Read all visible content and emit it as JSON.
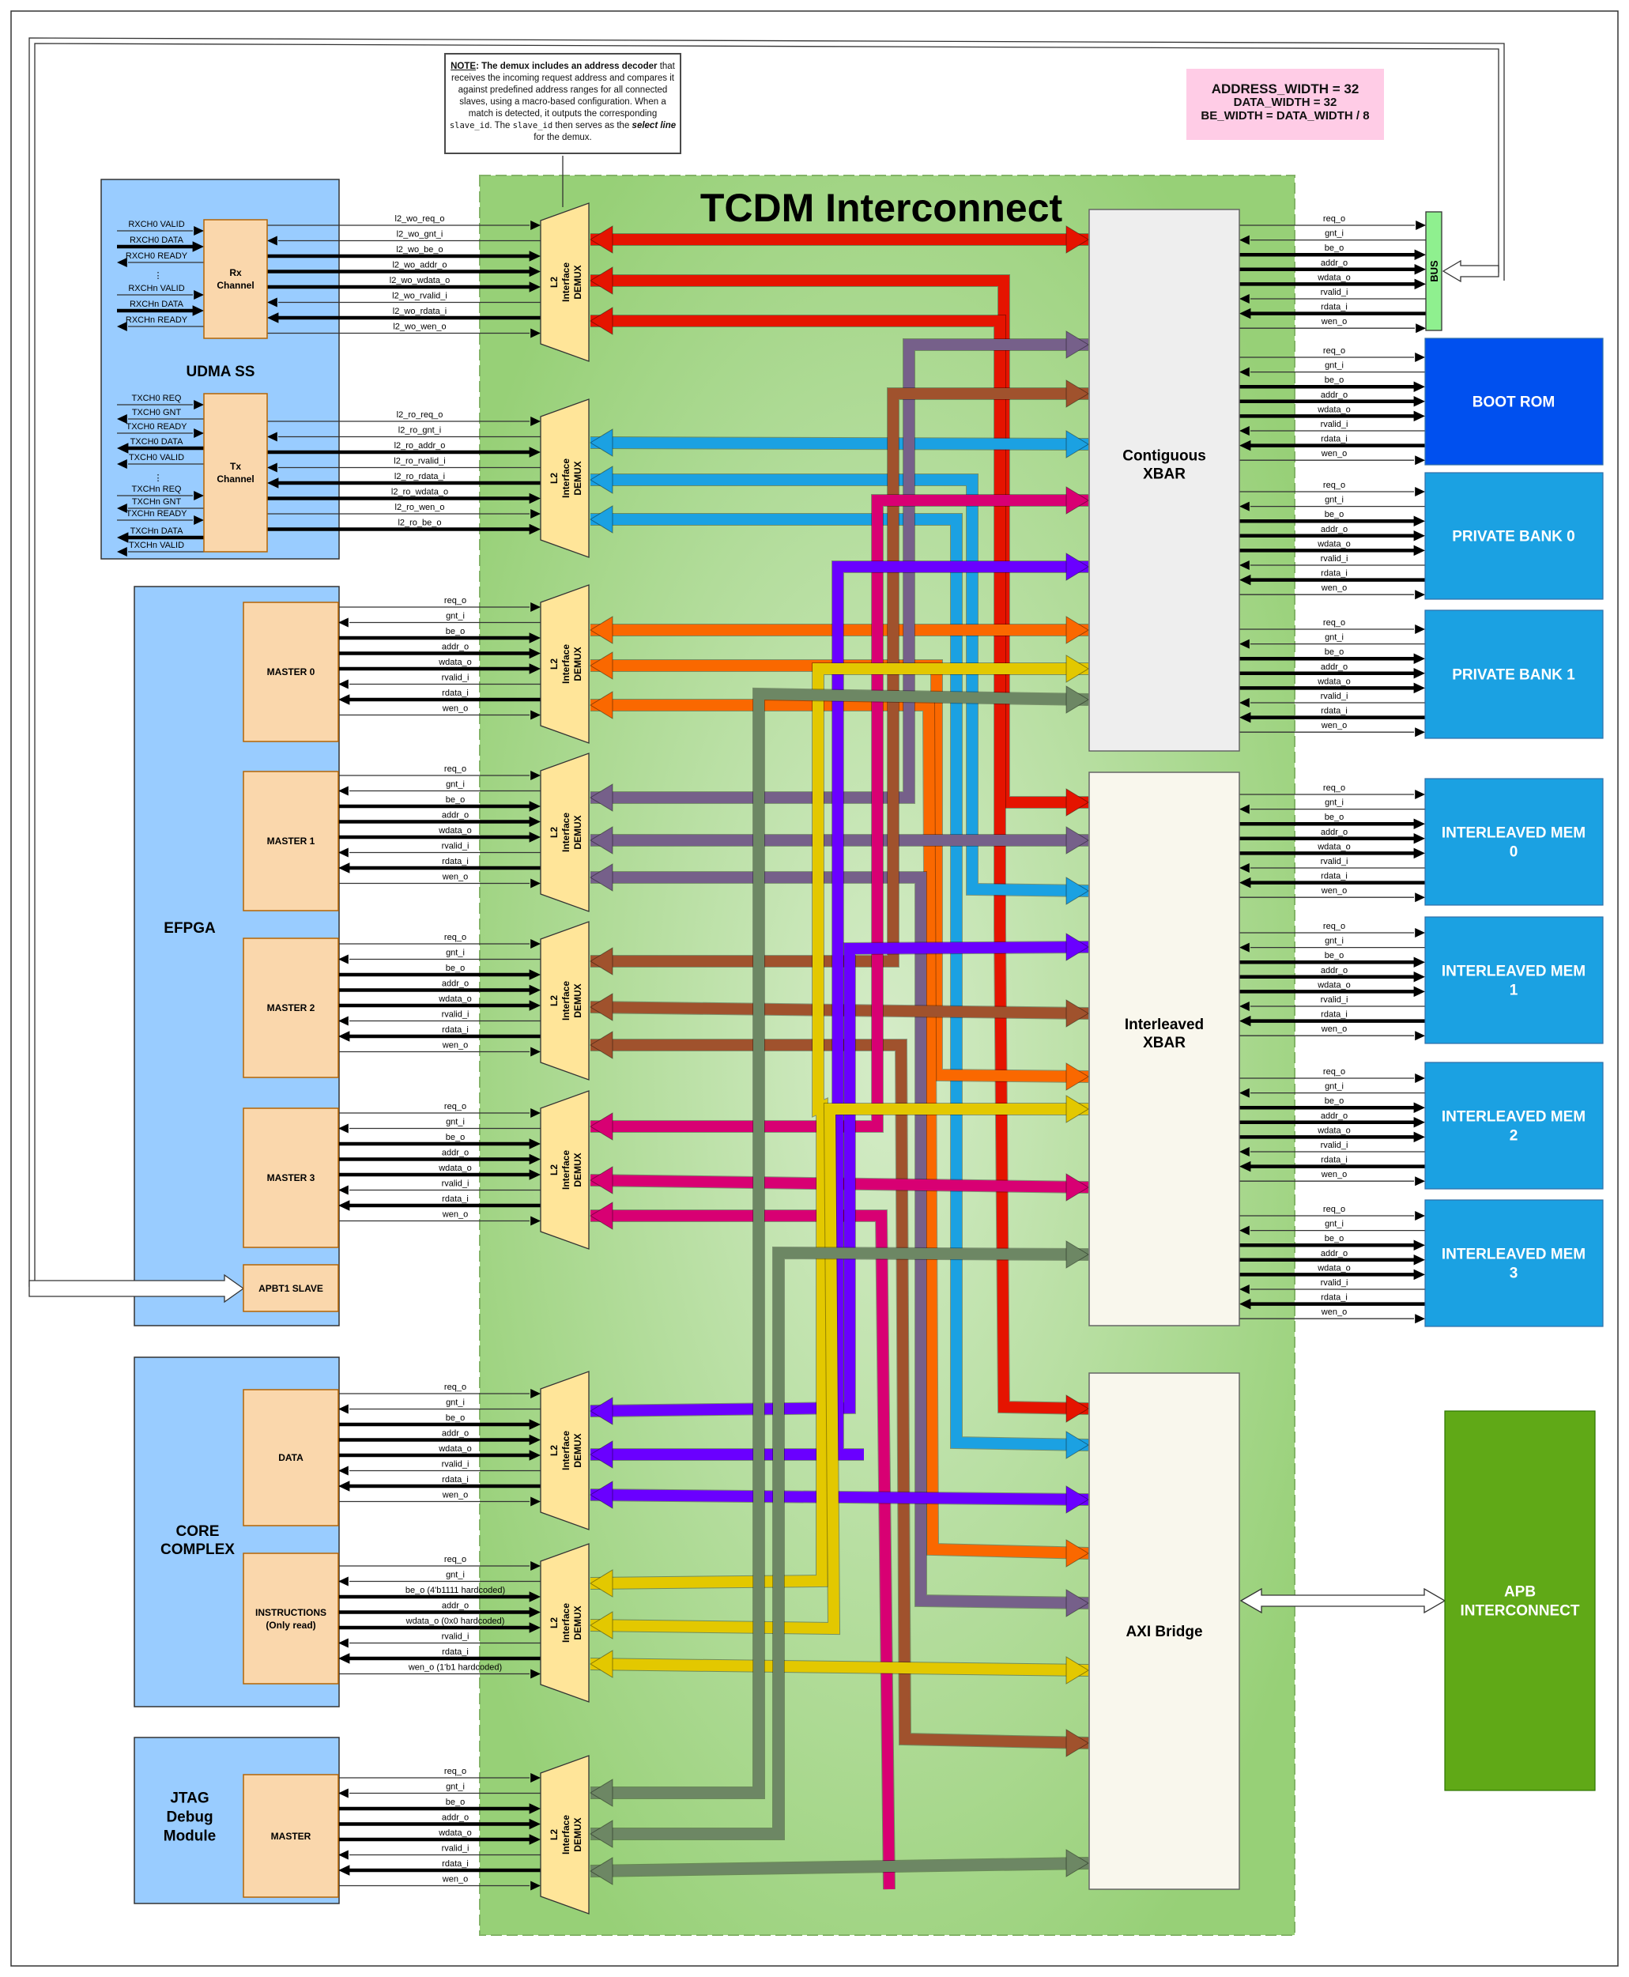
{
  "title": "TCDM Interconnect",
  "note": {
    "heading": "NOTE",
    "t1": ": The demux includes an ",
    "b1": "address decoder",
    "t2": " that receives the incoming request address and compares it against predefined address ranges for all connected slaves, using a macro-based configuration. When a match is detected, it outputs the corresponding ",
    "c1": "slave_id",
    "t3": ". The ",
    "c2": "slave_id",
    "t4": " then serves as the ",
    "i1": "select line",
    "t5": " for the demux."
  },
  "params": [
    "ADDRESS_WIDTH = 32",
    "DATA_WIDTH  = 32",
    "BE_WIDTH  = DATA_WIDTH / 8"
  ],
  "demux_label": [
    "L2",
    "Interface",
    "DEMUX"
  ],
  "masters": {
    "udma": {
      "name": "UDMA SS",
      "rx": {
        "name": [
          "Rx",
          "Channel"
        ],
        "inputs": [
          "RXCH0 VALID",
          "RXCH0 DATA",
          "RXCH0 READY",
          "RXCHn VALID",
          "RXCHn DATA",
          "RXCHn READY"
        ],
        "signals": [
          "l2_wo_req_o",
          "l2_wo_gnt_i",
          "l2_wo_be_o",
          "l2_wo_addr_o",
          "l2_wo_wdata_o",
          "l2_wo_rvalid_i",
          "l2_wo_rdata_i",
          "l2_wo_wen_o"
        ]
      },
      "tx": {
        "name": [
          "Tx",
          "Channel"
        ],
        "inputs": [
          "TXCH0 REQ",
          "TXCH0 GNT",
          "TXCH0 READY",
          "TXCH0 DATA",
          "TXCH0 VALID",
          "TXCHn REQ",
          "TXCHn GNT",
          "TXCHn READY",
          "TXCHn DATA",
          "TXCHn VALID"
        ],
        "signals": [
          "l2_ro_req_o",
          "l2_ro_gnt_i",
          "l2_ro_addr_o",
          "l2_ro_rvalid_i",
          "l2_ro_rdata_i",
          "l2_ro_wdata_o",
          "l2_ro_wen_o",
          "l2_ro_be_o"
        ]
      }
    },
    "efpga": {
      "name": "EFPGA",
      "ports": [
        "MASTER 0",
        "MASTER 1",
        "MASTER 2",
        "MASTER 3"
      ],
      "slave": "APBT1 SLAVE"
    },
    "core": {
      "name": [
        "CORE",
        "COMPLEX"
      ],
      "data": "DATA",
      "instr": [
        "INSTRUCTIONS",
        "(Only read)"
      ],
      "instr_signals": [
        "req_o",
        "gnt_i",
        "be_o (4'b1111 hardcoded)",
        "addr_o",
        "wdata_o (0x0 hardcoded)",
        "rvalid_i",
        "rdata_i",
        "wen_o (1'b1 hardcoded)"
      ]
    },
    "jtag": {
      "name": [
        "JTAG",
        "Debug",
        "Module"
      ],
      "port": "MASTER"
    }
  },
  "std_signals": [
    "req_o",
    "gnt_i",
    "be_o",
    "addr_o",
    "wdata_o",
    "rvalid_i",
    "rdata_i",
    "wen_o"
  ],
  "xbars": [
    {
      "name": [
        "Contiguous",
        "XBAR"
      ]
    },
    {
      "name": [
        "Interleaved",
        "XBAR"
      ]
    },
    {
      "name": [
        "AXI Bridge"
      ]
    }
  ],
  "slaves": {
    "bus": "BUS",
    "contiguous": [
      "BOOT ROM",
      "PRIVATE BANK 0",
      "PRIVATE BANK 1"
    ],
    "interleaved": [
      [
        "INTERLEAVED MEM",
        "0"
      ],
      [
        "INTERLEAVED MEM",
        "1"
      ],
      [
        "INTERLEAVED MEM",
        "2"
      ],
      [
        "INTERLEAVED MEM",
        "3"
      ]
    ],
    "apb": [
      "APB",
      "INTERCONNECT"
    ]
  },
  "colors": {
    "tcdm_bg": "#97d077",
    "master_bg": "#99ccff",
    "port_bg": "#fad7ac",
    "demux_bg": "#ffe599",
    "boot_rom": "#0050ef",
    "bank": "#1ba1e2",
    "apb": "#60a917",
    "bus": "#8ff08f",
    "xbar_contig": "#eeeeee",
    "xbar_other": "#f9f7ed",
    "route_colors": [
      "#e51400",
      "#1ba1e2",
      "#fa6800",
      "#76608a",
      "#a0522d",
      "#d80073",
      "#6a00ff",
      "#e3c800",
      "#6d8764"
    ]
  }
}
